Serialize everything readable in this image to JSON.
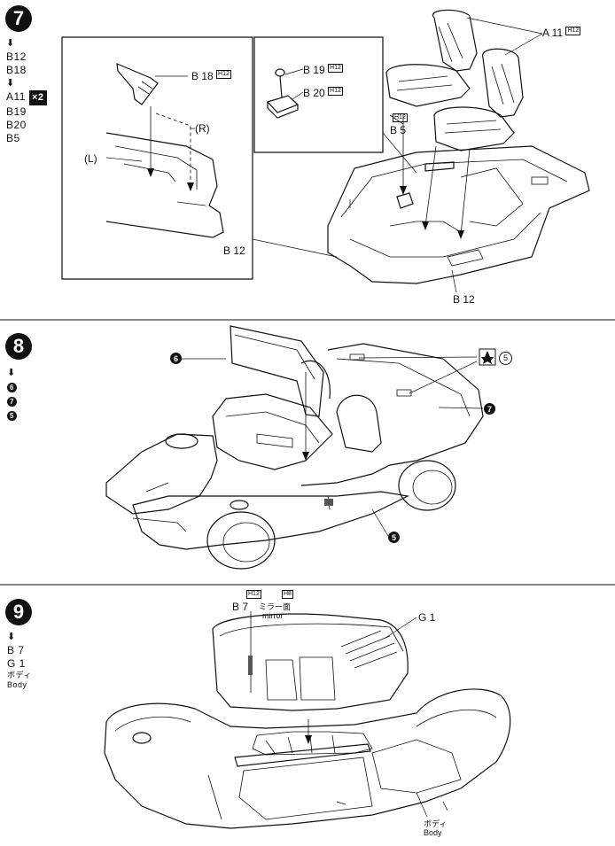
{
  "steps": {
    "s7": {
      "number": "7",
      "sequence": [
        "B12",
        "B18",
        "A11",
        "B19",
        "B20",
        "B5"
      ],
      "multiplier": "×2",
      "labels": {
        "b18": "B 18",
        "b18_badge": "H12",
        "r": "(R)",
        "l": "(L)",
        "b12_left": "B 12",
        "b19": "B 19",
        "b19_badge": "H12",
        "b20": "B 20",
        "b20_badge": "H12",
        "b5_badge": "H12",
        "b5": "B 5",
        "a11": "A 11",
        "a11_badge": "H12",
        "b12_right": "B 12"
      }
    },
    "s8": {
      "number": "8",
      "sequence": [
        "6",
        "7",
        "5"
      ],
      "labels": {
        "six": "6",
        "seven": "7",
        "five": "5",
        "star_five": "5"
      }
    },
    "s9": {
      "number": "9",
      "sequence": [
        "B 7",
        "G 1"
      ],
      "side_jp": "ボディ",
      "side_en": "Body",
      "labels": {
        "h12": "H12",
        "h8": "H8",
        "b7": "B 7",
        "mirror_jp": "ミラー面",
        "mirror_en": "mirror",
        "g1": "G 1",
        "body_jp": "ボディ",
        "body_en": "Body"
      }
    }
  }
}
